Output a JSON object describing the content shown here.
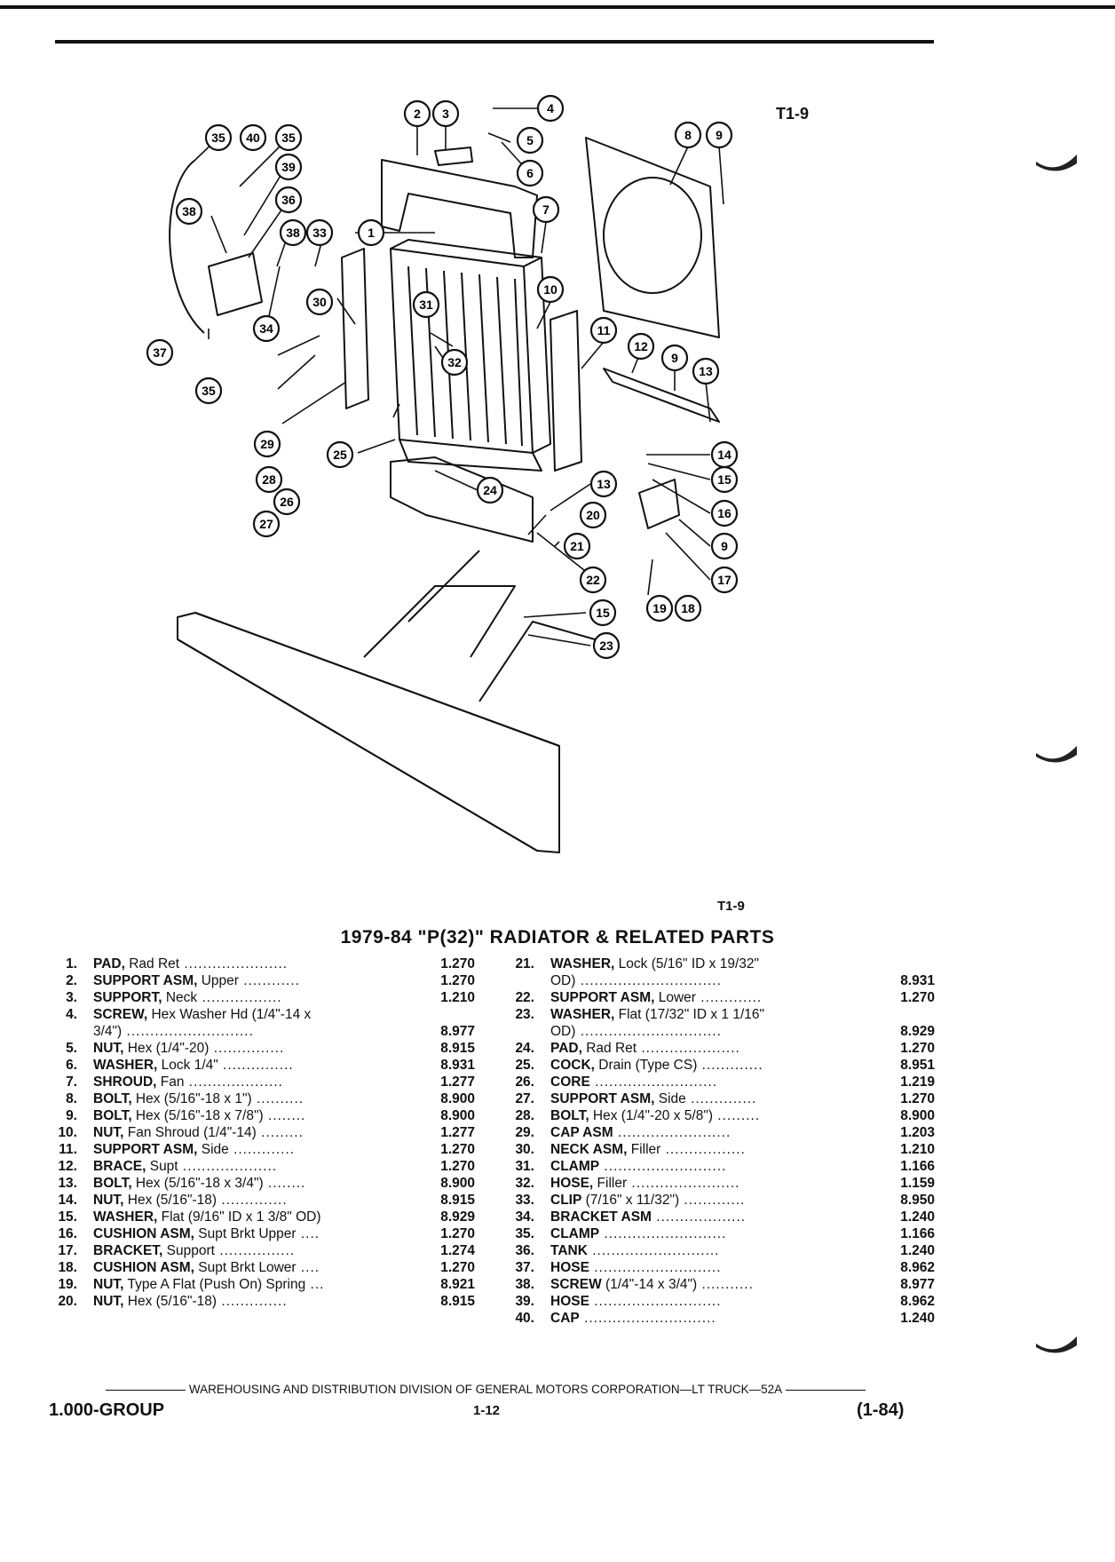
{
  "figure": {
    "label_top": "T1-9",
    "label_bottom": "T1-9"
  },
  "title": "1979-84 \"P(32)\" RADIATOR & RELATED PARTS",
  "parts_left": [
    {
      "num": "1.",
      "name": "PAD,",
      "desc": " Rad Ret",
      "dots": " ......................",
      "code": "1.270"
    },
    {
      "num": "2.",
      "name": "SUPPORT ASM,",
      "desc": " Upper",
      "dots": " ............",
      "code": "1.270"
    },
    {
      "num": "3.",
      "name": "SUPPORT,",
      "desc": " Neck",
      "dots": " .................",
      "code": "1.210"
    },
    {
      "num": "4.",
      "name": "SCREW,",
      "desc": " Hex Washer Hd (1/4\"-14 x",
      "dots": "",
      "code": ""
    },
    {
      "num": "",
      "name": "",
      "desc": "3/4\")",
      "dots": " ...........................",
      "code": "8.977"
    },
    {
      "num": "5.",
      "name": "NUT,",
      "desc": " Hex (1/4\"-20)",
      "dots": " ...............",
      "code": "8.915"
    },
    {
      "num": "6.",
      "name": "WASHER,",
      "desc": " Lock 1/4\"",
      "dots": " ...............",
      "code": "8.931"
    },
    {
      "num": "7.",
      "name": "SHROUD,",
      "desc": " Fan",
      "dots": " ....................",
      "code": "1.277"
    },
    {
      "num": "8.",
      "name": "BOLT,",
      "desc": " Hex (5/16\"-18 x 1\")",
      "dots": " ..........",
      "code": "8.900"
    },
    {
      "num": "9.",
      "name": "BOLT,",
      "desc": " Hex (5/16\"-18 x 7/8\")",
      "dots": " ........",
      "code": "8.900"
    },
    {
      "num": "10.",
      "name": "NUT,",
      "desc": " Fan Shroud (1/4\"-14)",
      "dots": " .........",
      "code": "1.277"
    },
    {
      "num": "11.",
      "name": "SUPPORT ASM,",
      "desc": " Side",
      "dots": " .............",
      "code": "1.270"
    },
    {
      "num": "12.",
      "name": "BRACE,",
      "desc": " Supt",
      "dots": " ....................",
      "code": "1.270"
    },
    {
      "num": "13.",
      "name": "BOLT,",
      "desc": " Hex (5/16\"-18 x 3/4\")",
      "dots": " ........",
      "code": "8.900"
    },
    {
      "num": "14.",
      "name": "NUT,",
      "desc": " Hex (5/16\"-18)",
      "dots": " ..............",
      "code": "8.915"
    },
    {
      "num": "15.",
      "name": "WASHER,",
      "desc": " Flat (9/16\" ID x 1 3/8\" OD)",
      "dots": "",
      "code": "8.929"
    },
    {
      "num": "16.",
      "name": "CUSHION ASM,",
      "desc": " Supt Brkt Upper",
      "dots": " ....",
      "code": "1.270"
    },
    {
      "num": "17.",
      "name": "BRACKET,",
      "desc": " Support",
      "dots": " ................",
      "code": "1.274"
    },
    {
      "num": "18.",
      "name": "CUSHION ASM,",
      "desc": " Supt Brkt Lower",
      "dots": " ....",
      "code": "1.270"
    },
    {
      "num": "19.",
      "name": "NUT,",
      "desc": " Type A Flat (Push On) Spring",
      "dots": " ...",
      "code": "8.921"
    },
    {
      "num": "20.",
      "name": "NUT,",
      "desc": " Hex (5/16\"-18)",
      "dots": " ..............",
      "code": "8.915"
    }
  ],
  "parts_right": [
    {
      "num": "21.",
      "name": "WASHER,",
      "desc": " Lock (5/16\" ID x 19/32\"",
      "dots": "",
      "code": ""
    },
    {
      "num": "",
      "name": "",
      "desc": "OD)",
      "dots": " ..............................",
      "code": "8.931"
    },
    {
      "num": "22.",
      "name": "SUPPORT ASM,",
      "desc": " Lower",
      "dots": " .............",
      "code": "1.270"
    },
    {
      "num": "23.",
      "name": "WASHER,",
      "desc": " Flat (17/32\" ID x 1 1/16\"",
      "dots": "",
      "code": ""
    },
    {
      "num": "",
      "name": "",
      "desc": "OD)",
      "dots": " ..............................",
      "code": "8.929"
    },
    {
      "num": "24.",
      "name": "PAD,",
      "desc": " Rad Ret",
      "dots": " .....................",
      "code": "1.270"
    },
    {
      "num": "25.",
      "name": "COCK,",
      "desc": " Drain (Type CS)",
      "dots": " .............",
      "code": "8.951"
    },
    {
      "num": "26.",
      "name": "CORE",
      "desc": "",
      "dots": " ..........................",
      "code": "1.219"
    },
    {
      "num": "27.",
      "name": "SUPPORT ASM,",
      "desc": " Side",
      "dots": " ..............",
      "code": "1.270"
    },
    {
      "num": "28.",
      "name": "BOLT,",
      "desc": " Hex (1/4\"-20 x 5/8\")",
      "dots": " .........",
      "code": "8.900"
    },
    {
      "num": "29.",
      "name": "CAP ASM",
      "desc": "",
      "dots": " ........................",
      "code": "1.203"
    },
    {
      "num": "30.",
      "name": "NECK ASM,",
      "desc": " Filler",
      "dots": " .................",
      "code": "1.210"
    },
    {
      "num": "31.",
      "name": "CLAMP",
      "desc": "",
      "dots": " ..........................",
      "code": "1.166"
    },
    {
      "num": "32.",
      "name": "HOSE,",
      "desc": " Filler",
      "dots": " .......................",
      "code": "1.159"
    },
    {
      "num": "33.",
      "name": "CLIP",
      "desc": " (7/16\" x 11/32\")",
      "dots": " .............",
      "code": "8.950"
    },
    {
      "num": "34.",
      "name": "BRACKET ASM",
      "desc": "",
      "dots": " ...................",
      "code": "1.240"
    },
    {
      "num": "35.",
      "name": "CLAMP",
      "desc": "",
      "dots": " ..........................",
      "code": "1.166"
    },
    {
      "num": "36.",
      "name": "TANK",
      "desc": "",
      "dots": " ...........................",
      "code": "1.240"
    },
    {
      "num": "37.",
      "name": "HOSE",
      "desc": "",
      "dots": " ...........................",
      "code": "8.962"
    },
    {
      "num": "38.",
      "name": "SCREW",
      "desc": " (1/4\"-14 x 3/4\")",
      "dots": " ...........",
      "code": "8.977"
    },
    {
      "num": "39.",
      "name": "HOSE",
      "desc": "",
      "dots": " ...........................",
      "code": "8.962"
    },
    {
      "num": "40.",
      "name": "CAP",
      "desc": "",
      "dots": " ............................",
      "code": "1.240"
    }
  ],
  "callouts": [
    {
      "label": "1"
    },
    {
      "label": "2"
    },
    {
      "label": "3"
    },
    {
      "label": "4"
    },
    {
      "label": "5"
    },
    {
      "label": "6"
    },
    {
      "label": "7"
    },
    {
      "label": "8"
    },
    {
      "label": "9"
    },
    {
      "label": "10"
    },
    {
      "label": "11"
    },
    {
      "label": "12"
    },
    {
      "label": "9"
    },
    {
      "label": "13"
    },
    {
      "label": "14"
    },
    {
      "label": "15"
    },
    {
      "label": "16"
    },
    {
      "label": "9"
    },
    {
      "label": "17"
    },
    {
      "label": "18"
    },
    {
      "label": "19"
    },
    {
      "label": "13"
    },
    {
      "label": "20"
    },
    {
      "label": "21"
    },
    {
      "label": "22"
    },
    {
      "label": "15"
    },
    {
      "label": "23"
    },
    {
      "label": "24"
    },
    {
      "label": "25"
    },
    {
      "label": "26"
    },
    {
      "label": "27"
    },
    {
      "label": "28"
    },
    {
      "label": "29"
    },
    {
      "label": "30"
    },
    {
      "label": "31"
    },
    {
      "label": "32"
    },
    {
      "label": "33"
    },
    {
      "label": "38"
    },
    {
      "label": "34"
    },
    {
      "label": "35"
    },
    {
      "label": "40"
    },
    {
      "label": "35"
    },
    {
      "label": "39"
    },
    {
      "label": "36"
    },
    {
      "label": "38"
    },
    {
      "label": "37"
    },
    {
      "label": "35"
    }
  ],
  "footer": {
    "text": "WAREHOUSING AND DISTRIBUTION DIVISION OF GENERAL MOTORS CORPORATION—LT TRUCK—52A",
    "group": "1.000-GROUP",
    "page": "1-12",
    "date_code": "(1-84)"
  }
}
